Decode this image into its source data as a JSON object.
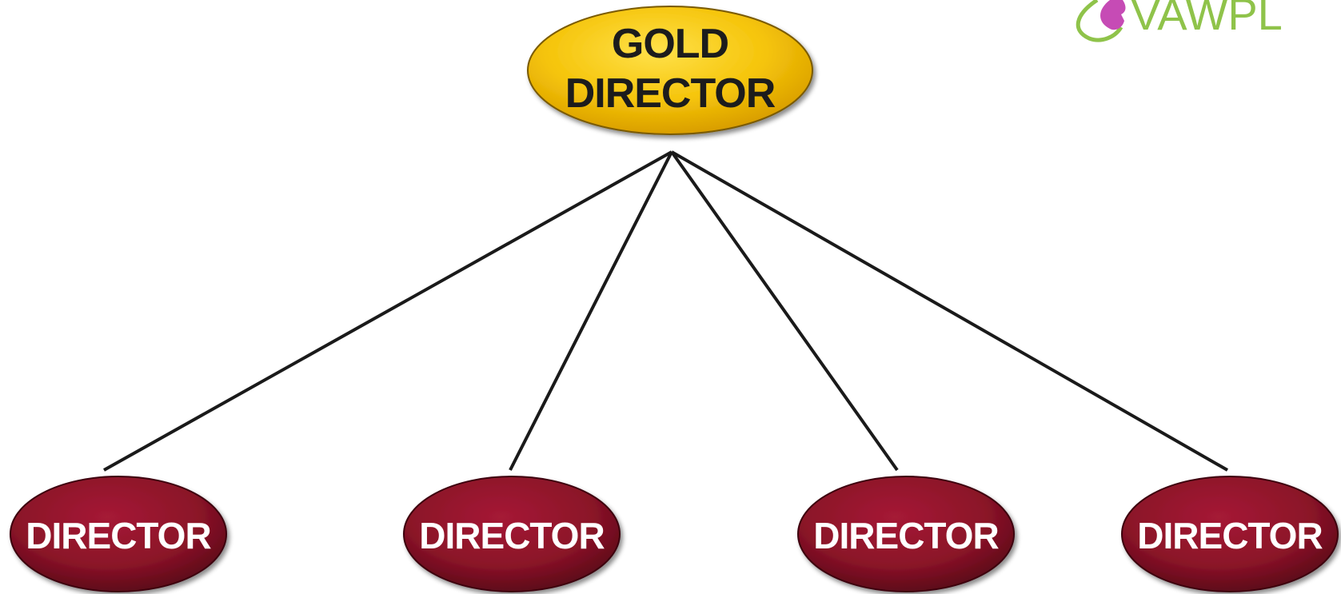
{
  "root": {
    "label_line1": "GOLD",
    "label_line2": "DIRECTOR",
    "color": "#f5c40a"
  },
  "children": [
    {
      "label": "DIRECTOR"
    },
    {
      "label": "DIRECTOR"
    },
    {
      "label": "DIRECTOR"
    },
    {
      "label": "DIRECTOR"
    }
  ],
  "child_color": "#8b1328",
  "connector_color": "#1a1a1a",
  "logo": {
    "text": "VAWPL",
    "icon": "leaf-face-logo-icon",
    "accent_color": "#8fc34a",
    "highlight_color": "#c64bb5"
  }
}
